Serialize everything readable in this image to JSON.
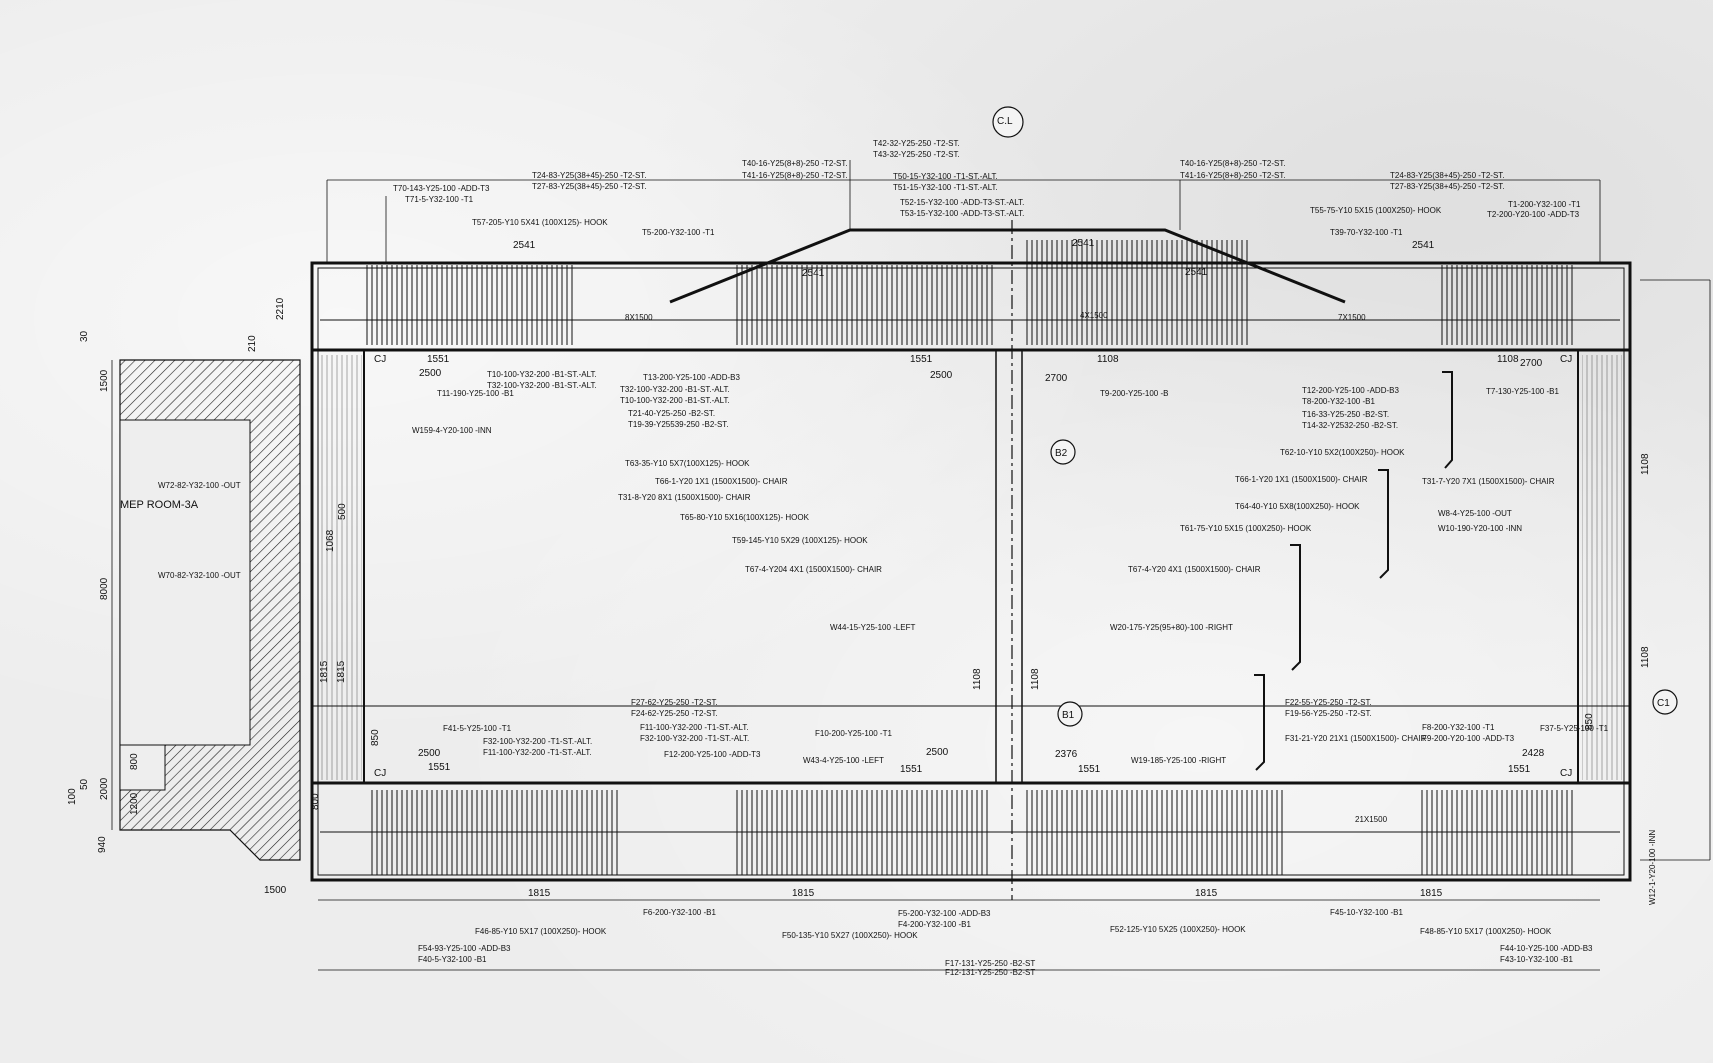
{
  "markers": {
    "centerline": "C.L",
    "section_b2": "B2",
    "section_b1": "B1",
    "section_c1": "C1"
  },
  "room_label": "MEP ROOM-3A",
  "construction_joint": "CJ",
  "labels": [
    {
      "id": "t42",
      "text": "T42-32-Y25-250 -T2-ST."
    },
    {
      "id": "t43",
      "text": "T43-32-Y25-250 -T2-ST."
    },
    {
      "id": "t40a",
      "text": "T40-16-Y25(8+8)-250 -T2-ST."
    },
    {
      "id": "t41a",
      "text": "T41-16-Y25(8+8)-250 -T2-ST."
    },
    {
      "id": "t50",
      "text": "T50-15-Y32-100 -T1-ST.-ALT."
    },
    {
      "id": "t51",
      "text": "T51-15-Y32-100 -T1-ST.-ALT."
    },
    {
      "id": "t52",
      "text": "T52-15-Y32-100 -ADD-T3-ST.-ALT."
    },
    {
      "id": "t53",
      "text": "T53-15-Y32-100 -ADD-T3-ST.-ALT."
    },
    {
      "id": "t40b",
      "text": "T40-16-Y25(8+8)-250 -T2-ST."
    },
    {
      "id": "t41b",
      "text": "T41-16-Y25(8+8)-250 -T2-ST."
    },
    {
      "id": "t24a",
      "text": "T24-83-Y25(38+45)-250 -T2-ST."
    },
    {
      "id": "t27a",
      "text": "T27-83-Y25(38+45)-250 -T2-ST."
    },
    {
      "id": "t24b",
      "text": "T24-83-Y25(38+45)-250 -T2-ST."
    },
    {
      "id": "t27b",
      "text": "T27-83-Y25(38+45)-250 -T2-ST."
    },
    {
      "id": "t70",
      "text": "T70-143-Y25-100 -ADD-T3"
    },
    {
      "id": "t71",
      "text": "T71-5-Y32-100 -T1"
    },
    {
      "id": "t57",
      "text": "T57-205-Y10 5X41 (100X125)- HOOK"
    },
    {
      "id": "t5",
      "text": "T5-200-Y32-100 -T1"
    },
    {
      "id": "t55",
      "text": "T55-75-Y10 5X15 (100X250)- HOOK"
    },
    {
      "id": "t39",
      "text": "T39-70-Y32-100 -T1"
    },
    {
      "id": "t1",
      "text": "T1-200-Y32-100 -T1"
    },
    {
      "id": "t2",
      "text": "T2-200-Y20-100 -ADD-T3"
    },
    {
      "id": "t10",
      "text": "T10-100-Y32-200 -B1-ST.-ALT."
    },
    {
      "id": "t32a",
      "text": "T32-100-Y32-200 -B1-ST.-ALT."
    },
    {
      "id": "t11",
      "text": "T11-190-Y25-100 -B1"
    },
    {
      "id": "t13",
      "text": "T13-200-Y25-100 -ADD-B3"
    },
    {
      "id": "t32b",
      "text": "T32-100-Y32-200 -B1-ST.-ALT."
    },
    {
      "id": "t10b",
      "text": "T10-100-Y32-200 -B1-ST.-ALT."
    },
    {
      "id": "t21",
      "text": "T21-40-Y25-250 -B2-ST."
    },
    {
      "id": "t19",
      "text": "T19-39-Y25539-250 -B2-ST."
    },
    {
      "id": "w159",
      "text": "W159-4-Y20-100 -INN"
    },
    {
      "id": "t9",
      "text": "T9-200-Y25-100 -B"
    },
    {
      "id": "t12",
      "text": "T12-200-Y25-100 -ADD-B3"
    },
    {
      "id": "t8",
      "text": "T8-200-Y32-100 -B1"
    },
    {
      "id": "t16",
      "text": "T16-33-Y25-250 -B2-ST."
    },
    {
      "id": "t14",
      "text": "T14-32-Y2532-250 -B2-ST."
    },
    {
      "id": "t7",
      "text": "T7-130-Y25-100 -B1"
    },
    {
      "id": "t63",
      "text": "T63-35-Y10 5X7(100X125)- HOOK"
    },
    {
      "id": "t66a",
      "text": "T66-1-Y20 1X1 (1500X1500)- CHAIR"
    },
    {
      "id": "t31a",
      "text": "T31-8-Y20 8X1 (1500X1500)- CHAIR"
    },
    {
      "id": "t65",
      "text": "T65-80-Y10 5X16(100X125)- HOOK"
    },
    {
      "id": "t59",
      "text": "T59-145-Y10 5X29 (100X125)- HOOK"
    },
    {
      "id": "t67a",
      "text": "T67-4-Y204 4X1 (1500X1500)- CHAIR"
    },
    {
      "id": "t62",
      "text": "T62-10-Y10 5X2(100X250)- HOOK"
    },
    {
      "id": "t66b",
      "text": "T66-1-Y20 1X1 (1500X1500)- CHAIR"
    },
    {
      "id": "t31b",
      "text": "T31-7-Y20 7X1 (1500X1500)- CHAIR"
    },
    {
      "id": "t64",
      "text": "T64-40-Y10 5X8(100X250)- HOOK"
    },
    {
      "id": "t61",
      "text": "T61-75-Y10 5X15 (100X250)- HOOK"
    },
    {
      "id": "t67b",
      "text": "T67-4-Y20 4X1 (1500X1500)- CHAIR"
    },
    {
      "id": "w8",
      "text": "W8-4-Y25-100 -OUT"
    },
    {
      "id": "w10",
      "text": "W10-190-Y20-100 -INN"
    },
    {
      "id": "w72",
      "text": "W72-82-Y32-100 -OUT"
    },
    {
      "id": "w70",
      "text": "W70-82-Y32-100 -OUT"
    },
    {
      "id": "w44",
      "text": "W44-15-Y25-100 -LEFT"
    },
    {
      "id": "w20",
      "text": "W20-175-Y25(95+80)-100 -RIGHT"
    },
    {
      "id": "f27",
      "text": "F27-62-Y25-250 -T2-ST."
    },
    {
      "id": "f24",
      "text": "F24-62-Y25-250 -T2-ST."
    },
    {
      "id": "f22",
      "text": "F22-55-Y25-250 -T2-ST."
    },
    {
      "id": "f19",
      "text": "F19-56-Y25-250 -T2-ST."
    },
    {
      "id": "f41",
      "text": "F41-5-Y25-100 -T1"
    },
    {
      "id": "f32a",
      "text": "F32-100-Y32-200 -T1-ST.-ALT."
    },
    {
      "id": "f11a",
      "text": "F11-100-Y32-200 -T1-ST.-ALT."
    },
    {
      "id": "f11b",
      "text": "F11-100-Y32-200 -T1-ST.-ALT."
    },
    {
      "id": "f32b",
      "text": "F32-100-Y32-200 -T1-ST.-ALT."
    },
    {
      "id": "f12",
      "text": "F12-200-Y25-100 -ADD-T3"
    },
    {
      "id": "f10",
      "text": "F10-200-Y25-100 -T1"
    },
    {
      "id": "w43",
      "text": "W43-4-Y25-100 -LEFT"
    },
    {
      "id": "f31",
      "text": "F31-21-Y20 21X1 (1500X1500)- CHAIR"
    },
    {
      "id": "f8",
      "text": "F8-200-Y32-100 -T1"
    },
    {
      "id": "f9",
      "text": "F9-200-Y20-100 -ADD-T3"
    },
    {
      "id": "f37",
      "text": "F37-5-Y25-100 -T1"
    },
    {
      "id": "w19",
      "text": "W19-185-Y25-100 -RIGHT"
    },
    {
      "id": "f46",
      "text": "F46-85-Y10 5X17 (100X250)- HOOK"
    },
    {
      "id": "f6",
      "text": "F6-200-Y32-100 -B1"
    },
    {
      "id": "f5",
      "text": "F5-200-Y32-100 -ADD-B3"
    },
    {
      "id": "f4",
      "text": "F4-200-Y32-100 -B1"
    },
    {
      "id": "f50",
      "text": "F50-135-Y10 5X27 (100X250)- HOOK"
    },
    {
      "id": "f52",
      "text": "F52-125-Y10 5X25 (100X250)- HOOK"
    },
    {
      "id": "f45",
      "text": "F45-10-Y32-100 -B1"
    },
    {
      "id": "f48",
      "text": "F48-85-Y10 5X17 (100X250)- HOOK"
    },
    {
      "id": "f44",
      "text": "F44-10-Y25-100 -ADD-B3"
    },
    {
      "id": "f43",
      "text": "F43-10-Y32-100 -B1"
    },
    {
      "id": "f54",
      "text": "F54-93-Y25-100 -ADD-B3"
    },
    {
      "id": "f40",
      "text": "F40-5-Y32-100 -B1"
    },
    {
      "id": "f17",
      "text": "F17-131-Y25-250 -B2-ST"
    },
    {
      "id": "f12b",
      "text": "F12-131-Y25-250 -B2-ST"
    },
    {
      "id": "w12",
      "text": "W12-1-Y20-100 -INN"
    }
  ],
  "dimensions": [
    {
      "id": "d2541a",
      "text": "2541"
    },
    {
      "id": "d2541b",
      "text": "2541"
    },
    {
      "id": "d2541c",
      "text": "2541"
    },
    {
      "id": "d2541d",
      "text": "2541"
    },
    {
      "id": "d2541e",
      "text": "2541"
    },
    {
      "id": "d1551a",
      "text": "1551"
    },
    {
      "id": "d2500a",
      "text": "2500"
    },
    {
      "id": "d1551b",
      "text": "1551"
    },
    {
      "id": "d2500b",
      "text": "2500"
    },
    {
      "id": "d1108a",
      "text": "1108"
    },
    {
      "id": "d2700a",
      "text": "2700"
    },
    {
      "id": "d1108b",
      "text": "1108"
    },
    {
      "id": "d2700b",
      "text": "2700"
    },
    {
      "id": "d8x1500",
      "text": "8X1500"
    },
    {
      "id": "d4x1500",
      "text": "4X1500"
    },
    {
      "id": "d7x1500",
      "text": "7X1500"
    },
    {
      "id": "d21x1500",
      "text": "21X1500"
    },
    {
      "id": "d1500",
      "text": "1500"
    },
    {
      "id": "d8000",
      "text": "8000"
    },
    {
      "id": "d2000",
      "text": "2000"
    },
    {
      "id": "d800",
      "text": "800"
    },
    {
      "id": "d500",
      "text": "500"
    },
    {
      "id": "d1068",
      "text": "1068"
    },
    {
      "id": "d1815a",
      "text": "1815"
    },
    {
      "id": "d1815b",
      "text": "1815"
    },
    {
      "id": "d850a",
      "text": "850"
    },
    {
      "id": "d2500c",
      "text": "2500"
    },
    {
      "id": "d1551c",
      "text": "1551"
    },
    {
      "id": "d2500d",
      "text": "2500"
    },
    {
      "id": "d1551d",
      "text": "1551"
    },
    {
      "id": "d2376",
      "text": "2376"
    },
    {
      "id": "d1551e",
      "text": "1551"
    },
    {
      "id": "d2428",
      "text": "2428"
    },
    {
      "id": "d1551f",
      "text": "1551"
    },
    {
      "id": "d1108c",
      "text": "1108"
    },
    {
      "id": "d1108d",
      "text": "1108"
    },
    {
      "id": "d1108e",
      "text": "1108"
    },
    {
      "id": "d1108f",
      "text": "1108"
    },
    {
      "id": "d850b",
      "text": "850"
    },
    {
      "id": "d1815c",
      "text": "1815"
    },
    {
      "id": "d1815d",
      "text": "1815"
    },
    {
      "id": "d1815e",
      "text": "1815"
    },
    {
      "id": "d1815f",
      "text": "1815"
    },
    {
      "id": "d1500b",
      "text": "1500"
    },
    {
      "id": "d30",
      "text": "30"
    },
    {
      "id": "d210",
      "text": "210"
    },
    {
      "id": "d2210",
      "text": "2210"
    },
    {
      "id": "d100",
      "text": "100"
    },
    {
      "id": "d50",
      "text": "50"
    },
    {
      "id": "d940",
      "text": "940"
    },
    {
      "id": "d1200",
      "text": "1200"
    },
    {
      "id": "d800b",
      "text": "800"
    }
  ]
}
